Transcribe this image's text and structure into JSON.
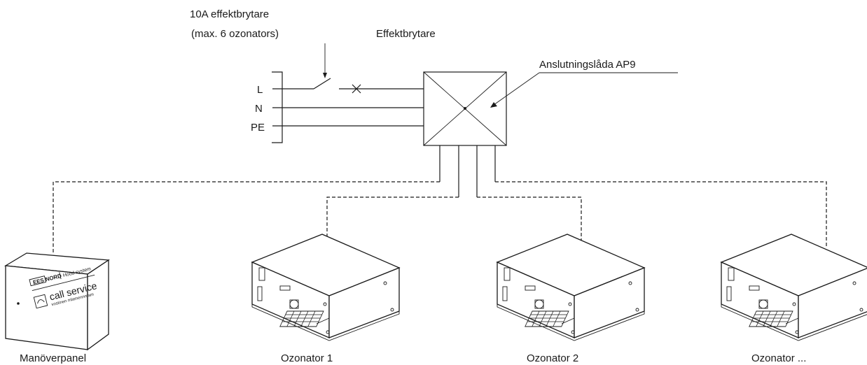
{
  "labels": {
    "breaker_line1": "10A effektbrytare",
    "breaker_line2": "(max. 6 ozonators)",
    "effektbrytare": "Effektbrytare",
    "junction_box": "Anslutningslåda AP9",
    "phase_L": "L",
    "phase_N": "N",
    "phase_PE": "PE",
    "control_panel": "Manöverpanel",
    "ozonator_1": "Ozonator 1",
    "ozonator_2": "Ozonator  2",
    "ozonator_n": "Ozonator  ..."
  },
  "panel_text": {
    "brand": "EES NORD",
    "tagline": "Hood system",
    "service": "call service",
    "sub": "vostinen mlamennmam"
  }
}
